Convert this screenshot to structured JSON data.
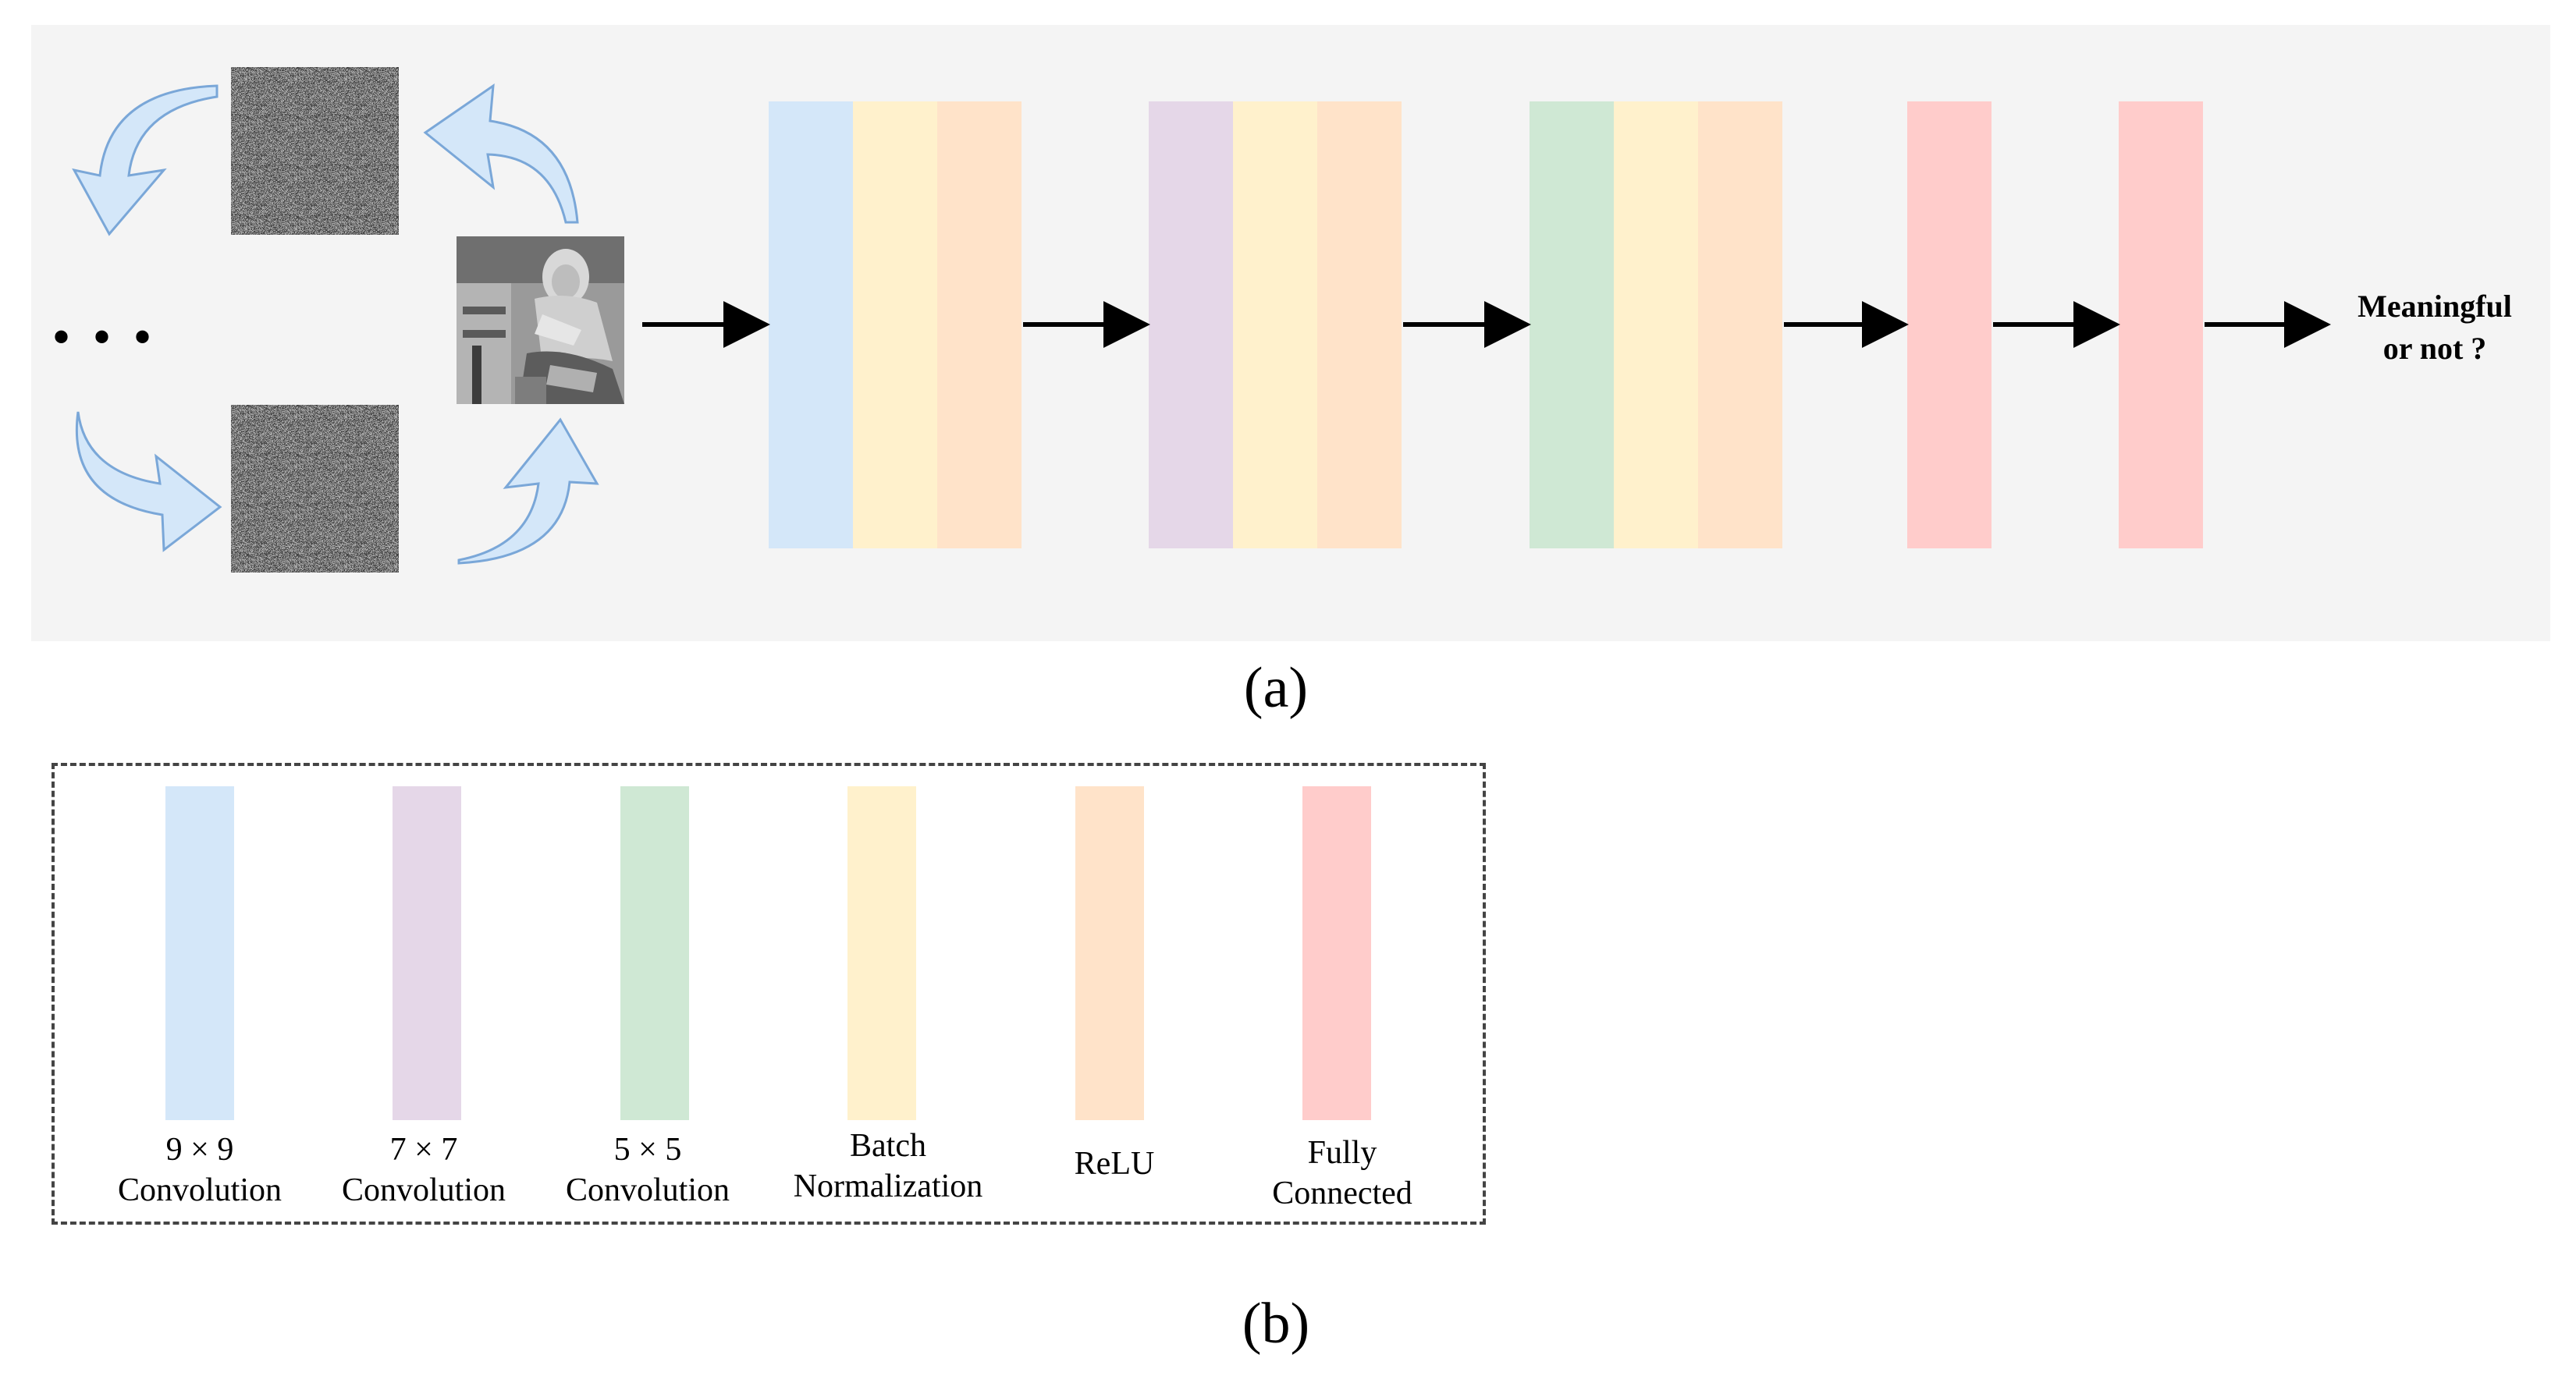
{
  "colors": {
    "conv9": "#d4e7f9",
    "conv7": "#e5d7e8",
    "conv5": "#cfe8d4",
    "batchnorm": "#fff1cc",
    "relu": "#ffe3c9",
    "fc": "#ffcccb",
    "cycle_arrow_fill": "#d4e7f9",
    "cycle_arrow_stroke": "#7aa7d8",
    "panel_bg": "#f4f4f4",
    "arrow": "#000000"
  },
  "panel_a": {
    "ellipsis": "• • •",
    "output_label": "Meaningful\nor not ?",
    "caption": "(a)",
    "icons": {
      "noise_top": "noise-image-icon",
      "noise_bottom": "noise-image-icon",
      "photo": "grayscale-photo-icon",
      "cycle": "curved-arrow-icon"
    },
    "pipeline": [
      {
        "group": "conv-block-1",
        "layers": [
          "conv9",
          "batchnorm",
          "relu"
        ]
      },
      {
        "group": "conv-block-2",
        "layers": [
          "conv7",
          "batchnorm",
          "relu"
        ]
      },
      {
        "group": "conv-block-3",
        "layers": [
          "conv5",
          "batchnorm",
          "relu"
        ]
      },
      {
        "group": "fc-1",
        "layers": [
          "fc"
        ]
      },
      {
        "group": "fc-2",
        "layers": [
          "fc"
        ]
      }
    ]
  },
  "panel_b": {
    "caption": "(b)",
    "legend": [
      {
        "key": "conv9",
        "label": "9 × 9\nConvolution"
      },
      {
        "key": "conv7",
        "label": "7 × 7\nConvolution"
      },
      {
        "key": "conv5",
        "label": "5 × 5\nConvolution"
      },
      {
        "key": "batchnorm",
        "label": "Batch\nNormalization"
      },
      {
        "key": "relu",
        "label": "ReLU"
      },
      {
        "key": "fc",
        "label": "Fully\nConnected"
      }
    ]
  }
}
